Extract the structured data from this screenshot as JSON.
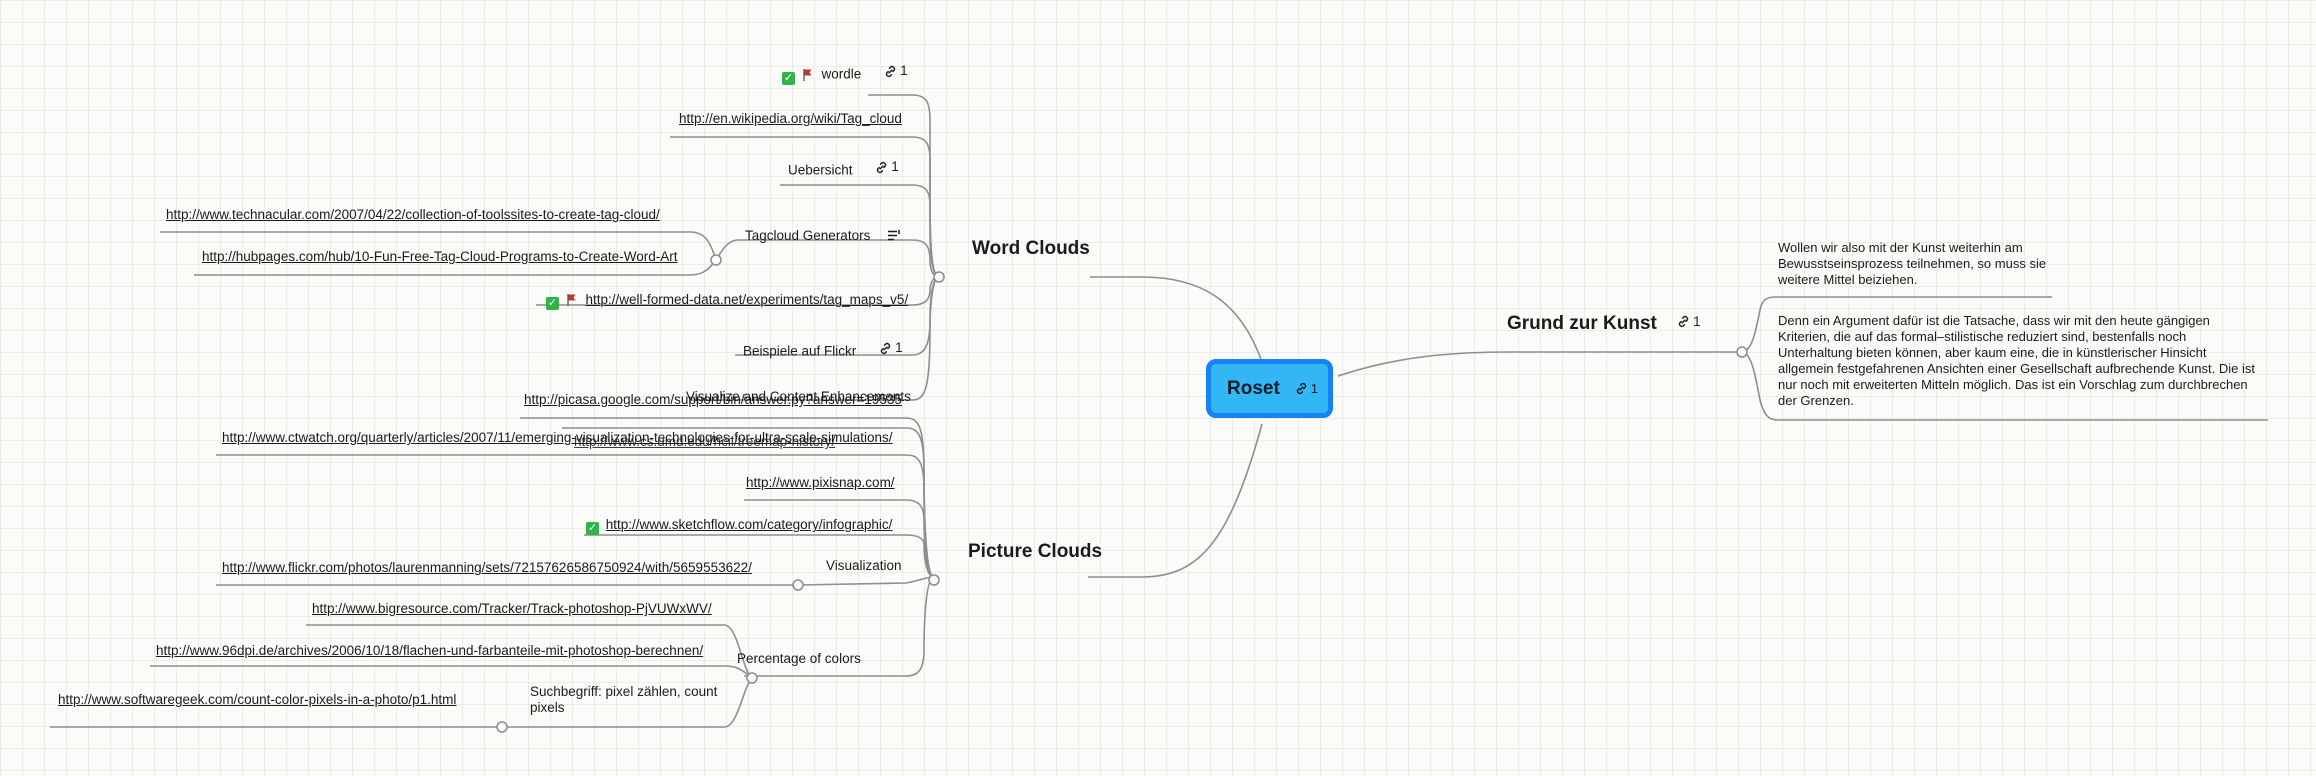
{
  "root": {
    "label": "Roset",
    "link_count": "1"
  },
  "branches": {
    "word_clouds": "Word Clouds",
    "picture_clouds": "Picture Clouds",
    "grund": "Grund zur Kunst",
    "grund_link_count": "1"
  },
  "word_clouds": {
    "wordle": "wordle",
    "wordle_count": "1",
    "wiki": "http://en.wikipedia.org/wiki/Tag_cloud",
    "uebersicht": "Uebersicht",
    "uebersicht_count": "1",
    "technacular": "http://www.technacular.com/2007/04/22/collection-of-toolssites-to-create-tag-cloud/",
    "tagcloud_generators": "Tagcloud Generators",
    "hubpages": "http://hubpages.com/hub/10-Fun-Free-Tag-Cloud-Programs-to-Create-Word-Art",
    "wellformed": "http://well-formed-data.net/experiments/tag_maps_v5/",
    "flickr_examples": "Beispiele auf Flickr",
    "flickr_count": "1"
  },
  "picture_clouds": {
    "visualize": "Visualize and Content Enhancements",
    "picasa": "http://picasa.google.com/support/bin/answer.py?answer=19535",
    "ctwatch": "http://www.ctwatch.org/quarterly/articles/2007/11/emerging-visualization-technologies-for-ultra-scale-simulations/",
    "overlap": "http://www.cs.umd.edu/hcil/treemap-history/",
    "pixisnap": "http://www.pixisnap.com/",
    "sketchflow": "http://www.sketchflow.com/category/infographic/",
    "visualization": "Visualization",
    "flickr_lauren": "http://www.flickr.com/photos/laurenmanning/sets/72157626586750924/with/5659553622/",
    "bigresource": "http://www.bigresource.com/Tracker/Track-photoshop-PjVUWxWV/",
    "percentage": "Percentage of colors",
    "dpi96": "http://www.96dpi.de/archives/2006/10/18/flachen-und-farbanteile-mit-photoshop-berechnen/",
    "suchbegriff": "Suchbegriff: pixel zählen, count pixels",
    "softwaregeek": "http://www.softwaregeek.com/count-color-pixels-in-a-photo/p1.html"
  },
  "grund": {
    "note1": "Wollen wir also mit der Kunst weiterhin am Bewusstseinsprozess teilnehmen, so muss sie weitere Mittel beiziehen.",
    "note2": "Denn ein Argument dafür ist die Tatsache, dass wir mit den heute gängigen Kriterien, die auf das formal–stilistische reduziert sind, bestenfalls noch Unterhaltung bieten können, aber kaum eine, die in künstlerischer Hinsicht allgemein festgefahrenen Ansichten einer Gesellschaft aufbrechende Kunst. Die ist nur noch mit erweiterten Mitteln möglich. Das ist ein Vorschlag zum durchbrechen der Grenzen."
  },
  "icons": {
    "link": "link-icon",
    "check": "check-icon",
    "flag": "flag-icon",
    "notes": "notes-icon"
  },
  "colors": {
    "root_fill": "#32b6f4",
    "root_border": "#1583f6",
    "line": "#8a8a8a",
    "check": "#2fb34a",
    "flag": "#c0392b"
  }
}
